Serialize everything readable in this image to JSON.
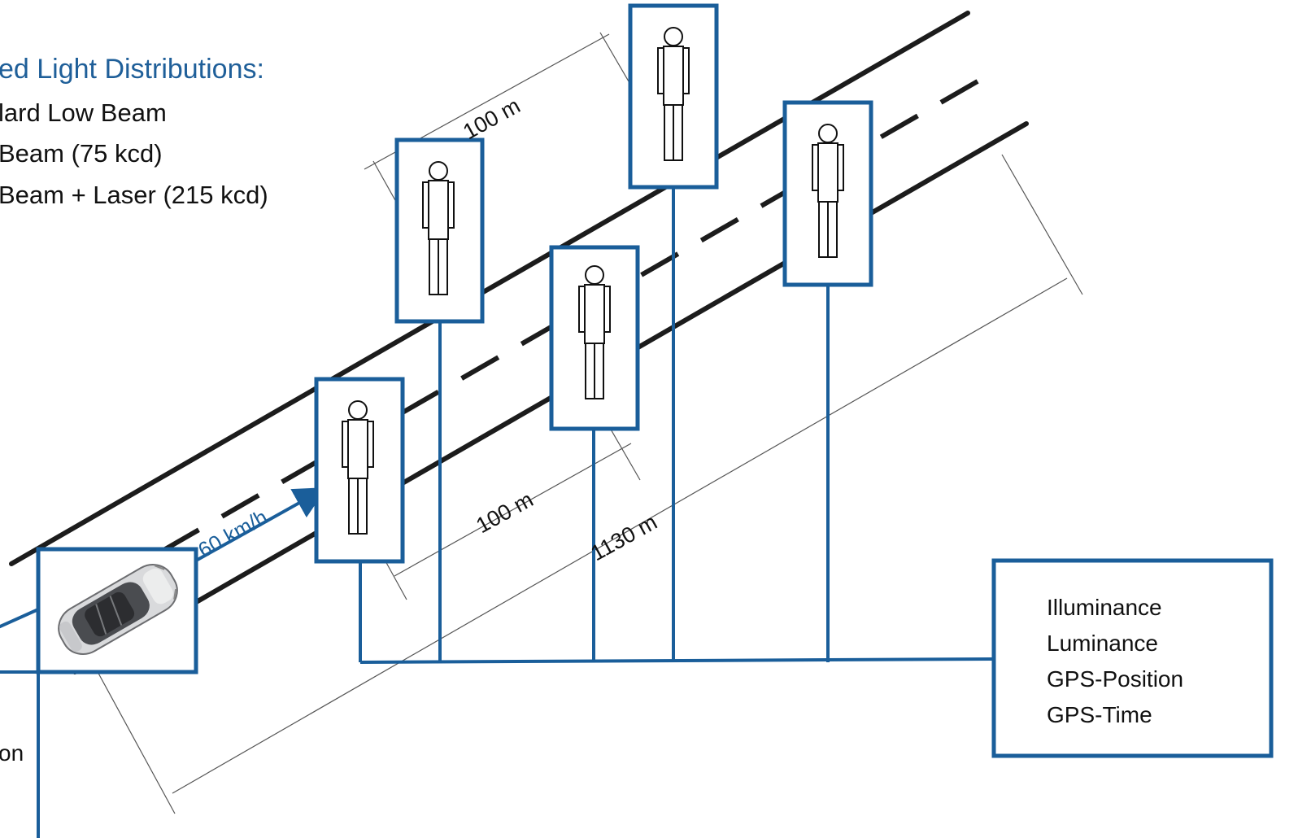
{
  "legend": {
    "title": "ed Light Distributions:",
    "items": [
      "lard Low Beam",
      "Beam (75 kcd)",
      "Beam + Laser (215 kcd)"
    ]
  },
  "dimensions": {
    "upper_spacing": "100 m",
    "lower_spacing": "100 m",
    "total_length": "1130 m"
  },
  "vehicle": {
    "speed": "60 km/h"
  },
  "measurement_unit": {
    "lines": [
      "Illuminance",
      "Luminance",
      "GPS-Position",
      "GPS-Time"
    ]
  },
  "left_partial_label": "on",
  "colors": {
    "accent_blue": "#1a5e9a",
    "road": "#1c1c1c"
  },
  "icons": [
    "pedestrian-figure-icon",
    "car-top-view-icon"
  ]
}
